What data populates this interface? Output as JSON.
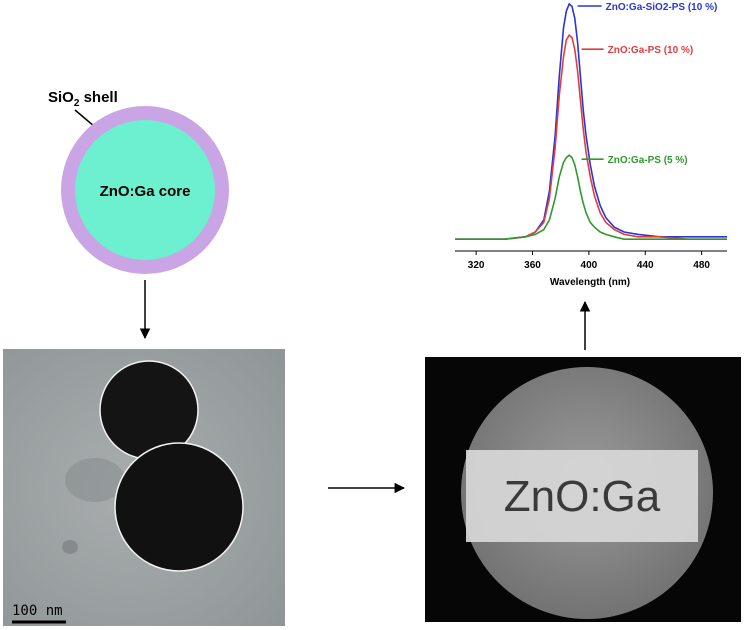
{
  "schematic": {
    "shell_label_main": "SiO",
    "shell_label_sub": "2",
    "shell_label_rest": " shell",
    "core_label": "ZnO:Ga core",
    "shell_color": "#c9a5e6",
    "core_color": "#6df0cf"
  },
  "tem": {
    "scale_bar_label": "100 nm"
  },
  "photo": {
    "sample_label": "ZnO:Ga"
  },
  "chart_data": {
    "type": "line",
    "xlabel": "Wavelength (nm)",
    "ylabel": "",
    "xlim": [
      305,
      498
    ],
    "x_ticks": [
      320,
      360,
      400,
      440,
      480
    ],
    "tick_labels": [
      "320",
      "360",
      "400",
      "440",
      "480"
    ],
    "grid": false,
    "legend": "inline annotations",
    "x": [
      305,
      320,
      340,
      355,
      362,
      368,
      372,
      376,
      379,
      382,
      384,
      386,
      388,
      390,
      392,
      394,
      396,
      398,
      401,
      404,
      408,
      412,
      418,
      425,
      435,
      450,
      470,
      498
    ],
    "series": [
      {
        "name": "ZnO:Ga-SiO2-PS (10 %)",
        "color": "#2a35d6",
        "values": [
          0.02,
          0.02,
          0.02,
          0.03,
          0.05,
          0.1,
          0.22,
          0.45,
          0.7,
          0.9,
          0.97,
          1.0,
          0.99,
          0.94,
          0.84,
          0.7,
          0.56,
          0.45,
          0.33,
          0.24,
          0.16,
          0.11,
          0.07,
          0.05,
          0.04,
          0.03,
          0.03,
          0.03
        ]
      },
      {
        "name": "ZnO:Ga-PS (10 %)",
        "color": "#e23c3c",
        "values": [
          0.02,
          0.02,
          0.02,
          0.03,
          0.05,
          0.09,
          0.19,
          0.4,
          0.62,
          0.78,
          0.85,
          0.87,
          0.86,
          0.81,
          0.72,
          0.6,
          0.48,
          0.38,
          0.28,
          0.2,
          0.13,
          0.09,
          0.06,
          0.04,
          0.03,
          0.03,
          0.02,
          0.02
        ]
      },
      {
        "name": "ZnO:Ga-PS (5 %)",
        "color": "#2e9a2e",
        "values": [
          0.02,
          0.02,
          0.02,
          0.03,
          0.04,
          0.06,
          0.1,
          0.19,
          0.28,
          0.34,
          0.36,
          0.37,
          0.36,
          0.33,
          0.28,
          0.22,
          0.17,
          0.13,
          0.09,
          0.07,
          0.05,
          0.04,
          0.03,
          0.02,
          0.02,
          0.02,
          0.02,
          0.02
        ]
      }
    ]
  }
}
